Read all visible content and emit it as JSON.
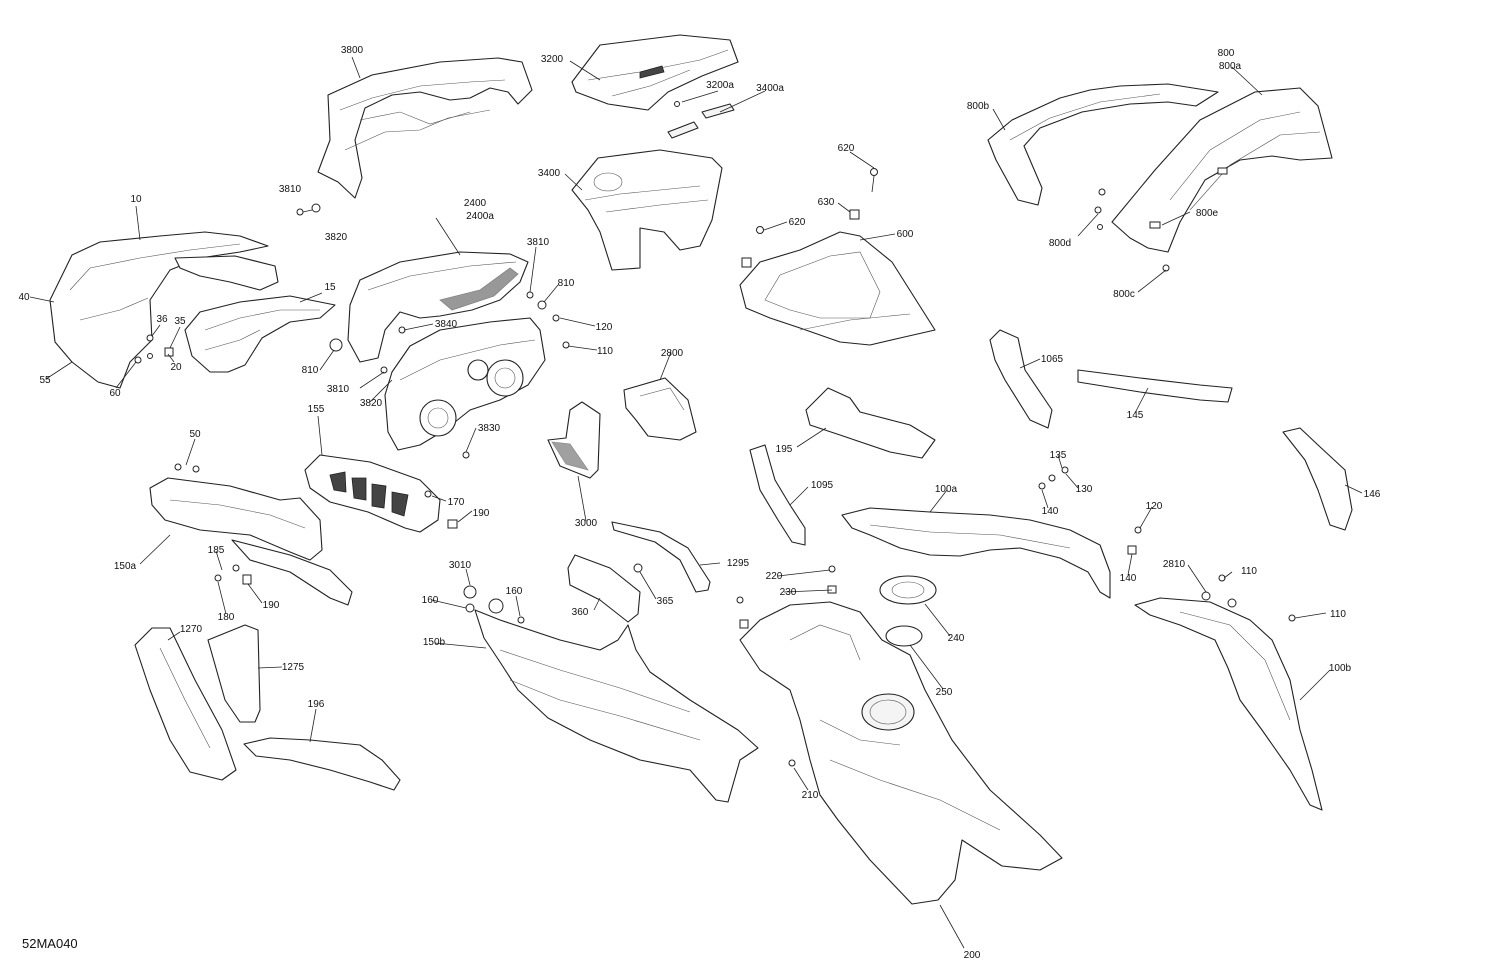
{
  "diagram_code": "52MA040",
  "callouts": [
    {
      "id": "c3800",
      "text": "3800"
    },
    {
      "id": "c3200",
      "text": "3200"
    },
    {
      "id": "c3200a",
      "text": "3200a"
    },
    {
      "id": "c3400a",
      "text": "3400a"
    },
    {
      "id": "c3400",
      "text": "3400"
    },
    {
      "id": "c800",
      "text": "800"
    },
    {
      "id": "c800a",
      "text": "800a"
    },
    {
      "id": "c800b",
      "text": "800b"
    },
    {
      "id": "c800d",
      "text": "800d"
    },
    {
      "id": "c800e",
      "text": "800e"
    },
    {
      "id": "c800c",
      "text": "800c"
    },
    {
      "id": "c620a",
      "text": "620"
    },
    {
      "id": "c630",
      "text": "630"
    },
    {
      "id": "c620b",
      "text": "620"
    },
    {
      "id": "c600",
      "text": "600"
    },
    {
      "id": "c10",
      "text": "10"
    },
    {
      "id": "c40",
      "text": "40"
    },
    {
      "id": "c55",
      "text": "55"
    },
    {
      "id": "c60",
      "text": "60"
    },
    {
      "id": "c20",
      "text": "20"
    },
    {
      "id": "c36",
      "text": "36"
    },
    {
      "id": "c35",
      "text": "35"
    },
    {
      "id": "c15",
      "text": "15"
    },
    {
      "id": "c3810a",
      "text": "3810"
    },
    {
      "id": "c3820a",
      "text": "3820"
    },
    {
      "id": "c2400",
      "text": "2400"
    },
    {
      "id": "c2400a",
      "text": "2400a"
    },
    {
      "id": "c3810b",
      "text": "3810"
    },
    {
      "id": "c810a",
      "text": "810"
    },
    {
      "id": "c120a",
      "text": "120"
    },
    {
      "id": "c110a",
      "text": "110"
    },
    {
      "id": "c3840",
      "text": "3840"
    },
    {
      "id": "c810b",
      "text": "810"
    },
    {
      "id": "c3810c",
      "text": "3810"
    },
    {
      "id": "c3820b",
      "text": "3820"
    },
    {
      "id": "c3830",
      "text": "3830"
    },
    {
      "id": "c2800",
      "text": "2800"
    },
    {
      "id": "c1065",
      "text": "1065"
    },
    {
      "id": "c145",
      "text": "145"
    },
    {
      "id": "c195",
      "text": "195"
    },
    {
      "id": "c155",
      "text": "155"
    },
    {
      "id": "c50",
      "text": "50"
    },
    {
      "id": "c170",
      "text": "170"
    },
    {
      "id": "c190a",
      "text": "190"
    },
    {
      "id": "c150a",
      "text": "150a"
    },
    {
      "id": "c185",
      "text": "185"
    },
    {
      "id": "c190b",
      "text": "190"
    },
    {
      "id": "c180",
      "text": "180"
    },
    {
      "id": "c3000",
      "text": "3000"
    },
    {
      "id": "c1095",
      "text": "1095"
    },
    {
      "id": "c100a",
      "text": "100a"
    },
    {
      "id": "c135",
      "text": "135"
    },
    {
      "id": "c130",
      "text": "130"
    },
    {
      "id": "c140a",
      "text": "140"
    },
    {
      "id": "c146",
      "text": "146"
    },
    {
      "id": "c120b",
      "text": "120"
    },
    {
      "id": "c140b",
      "text": "140"
    },
    {
      "id": "c2810",
      "text": "2810"
    },
    {
      "id": "c110b",
      "text": "110"
    },
    {
      "id": "c110c",
      "text": "110"
    },
    {
      "id": "c1295",
      "text": "1295"
    },
    {
      "id": "c3010",
      "text": "3010"
    },
    {
      "id": "c160a",
      "text": "160"
    },
    {
      "id": "c160b",
      "text": "160"
    },
    {
      "id": "c360",
      "text": "360"
    },
    {
      "id": "c365",
      "text": "365"
    },
    {
      "id": "c220",
      "text": "220"
    },
    {
      "id": "c230",
      "text": "230"
    },
    {
      "id": "c240",
      "text": "240"
    },
    {
      "id": "c250",
      "text": "250"
    },
    {
      "id": "c150b",
      "text": "150b"
    },
    {
      "id": "c1270",
      "text": "1270"
    },
    {
      "id": "c1275",
      "text": "1275"
    },
    {
      "id": "c196",
      "text": "196"
    },
    {
      "id": "c100b",
      "text": "100b"
    },
    {
      "id": "c210",
      "text": "210"
    },
    {
      "id": "c200",
      "text": "200"
    }
  ]
}
